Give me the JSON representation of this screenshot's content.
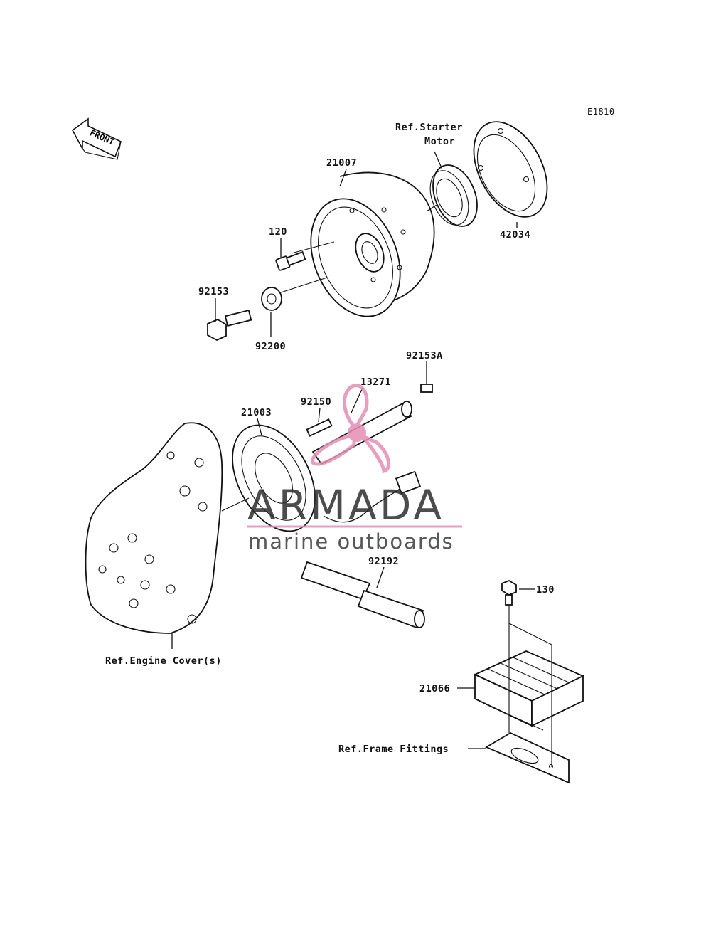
{
  "diagram": {
    "code": "E1810",
    "front_arrow_label": "FRONT",
    "labels": {
      "p21007": "21007",
      "p42034": "42034",
      "p120": "120",
      "p92153": "92153",
      "p92200": "92200",
      "p92153A": "92153A",
      "p13271": "13271",
      "p92150": "92150",
      "p21003": "21003",
      "p92192": "92192",
      "p130": "130",
      "p21066": "21066",
      "ref_starter_line1": "Ref.Starter",
      "ref_starter_line2": "Motor",
      "ref_engine_cover": "Ref.Engine Cover(s)",
      "ref_frame_fittings": "Ref.Frame Fittings"
    }
  },
  "watermark": {
    "brand": "ARMADA",
    "tagline": "marine outboards",
    "accent_color": "#e48fb4"
  }
}
